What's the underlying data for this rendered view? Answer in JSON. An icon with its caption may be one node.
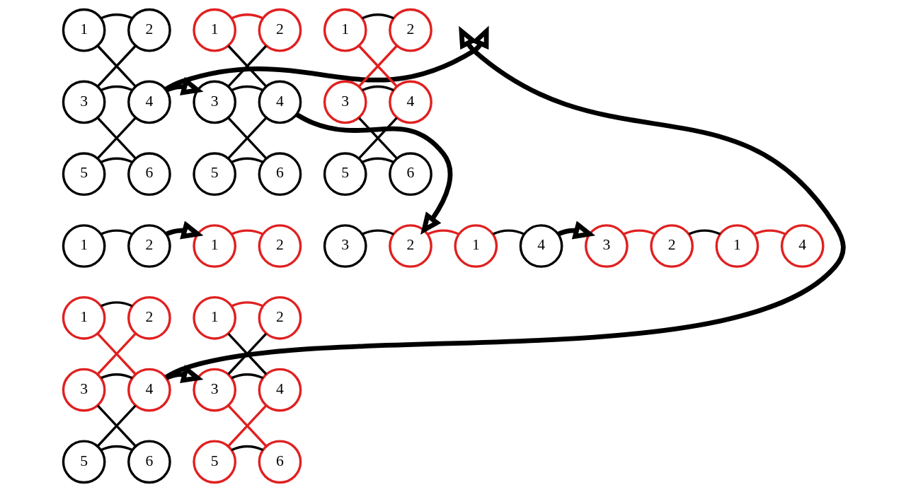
{
  "diagram": {
    "nodes": [
      {
        "text": [
          "1"
        ]
      },
      {
        "text": [
          "2"
        ]
      },
      {
        "text": [
          "3"
        ]
      },
      {
        "text": [
          "4"
        ]
      },
      {
        "text": [
          "5"
        ]
      },
      {
        "text": [
          "6"
        ]
      },
      {
        "text": [
          "1"
        ]
      },
      {
        "text": [
          "2"
        ]
      },
      {
        "text": [
          "3"
        ]
      },
      {
        "text": [
          "4"
        ]
      },
      {
        "text": [
          "5"
        ]
      },
      {
        "text": [
          "6"
        ]
      },
      {
        "text": [
          "1"
        ]
      },
      {
        "text": [
          "2"
        ]
      },
      {
        "text": [
          "3"
        ]
      },
      {
        "text": [
          "4"
        ]
      },
      {
        "text": [
          "5"
        ]
      },
      {
        "text": [
          "6"
        ]
      },
      {
        "text": [
          "1"
        ]
      },
      {
        "text": [
          "2"
        ]
      },
      {
        "text": [
          "1"
        ]
      },
      {
        "text": [
          "2"
        ]
      },
      {
        "text": [
          "3"
        ]
      },
      {
        "text": [
          "2"
        ]
      },
      {
        "text": [
          "1"
        ]
      },
      {
        "text": [
          "4"
        ]
      },
      {
        "text": [
          "3"
        ]
      },
      {
        "text": [
          "2"
        ]
      },
      {
        "text": [
          "1"
        ]
      },
      {
        "text": [
          "4"
        ]
      },
      {
        "text": [
          "1"
        ]
      },
      {
        "text": [
          "2"
        ]
      },
      {
        "text": [
          "3"
        ]
      },
      {
        "text": [
          "4"
        ]
      },
      {
        "text": [
          "5"
        ]
      },
      {
        "text": [
          "6"
        ]
      },
      {
        "text": [
          "1"
        ]
      },
      {
        "text": [
          "2"
        ]
      },
      {
        "text": [
          "3"
        ]
      },
      {
        "text": [
          "4"
        ]
      },
      {
        "text": [
          "5"
        ]
      },
      {
        "text": [
          "6"
        ]
      }
    ],
    "edges": [
      {
        "from": 0,
        "to": 1,
        "arrow": "none"
      },
      {
        "from": 0,
        "to": 3,
        "arrow": "none"
      },
      {
        "from": 1,
        "to": 2,
        "arrow": "none"
      },
      {
        "from": 2,
        "to": 3,
        "arrow": "none"
      },
      {
        "from": 2,
        "to": 5,
        "arrow": "none"
      },
      {
        "from": 3,
        "to": 4,
        "arrow": "none"
      },
      {
        "from": 4,
        "to": 5,
        "arrow": "none"
      },
      {
        "from": 6,
        "to": 7,
        "arrow": "none",
        "color": "#e02020"
      },
      {
        "from": 6,
        "to": 9,
        "arrow": "none"
      },
      {
        "from": 7,
        "to": 8,
        "arrow": "none"
      },
      {
        "from": 8,
        "to": 9,
        "arrow": "none"
      },
      {
        "from": 8,
        "to": 11,
        "arrow": "none"
      },
      {
        "from": 9,
        "to": 10,
        "arrow": "none"
      },
      {
        "from": 10,
        "to": 11,
        "arrow": "none"
      },
      {
        "from": 12,
        "to": 13,
        "arrow": "none"
      },
      {
        "from": 12,
        "to": 15,
        "arrow": "none",
        "color": "#e02020"
      },
      {
        "from": 13,
        "to": 14,
        "arrow": "none",
        "color": "#e02020"
      },
      {
        "from": 14,
        "to": 15,
        "arrow": "none"
      },
      {
        "from": 14,
        "to": 17,
        "arrow": "none"
      },
      {
        "from": 15,
        "to": 16,
        "arrow": "none"
      },
      {
        "from": 16,
        "to": 17,
        "arrow": "none"
      },
      {
        "from": 18,
        "to": 19,
        "arrow": "none"
      },
      {
        "from": 20,
        "to": 21,
        "arrow": "none",
        "color": "#e02020"
      },
      {
        "from": 22,
        "to": 23,
        "arrow": "none"
      },
      {
        "from": 23,
        "to": 24,
        "arrow": "none",
        "color": "#e02020"
      },
      {
        "from": 24,
        "to": 25,
        "arrow": "none"
      },
      {
        "from": 26,
        "to": 27,
        "arrow": "none",
        "color": "#e02020"
      },
      {
        "from": 27,
        "to": 28,
        "arrow": "none"
      },
      {
        "from": 28,
        "to": 29,
        "arrow": "none",
        "color": "#e02020"
      },
      {
        "from": 30,
        "to": 31,
        "arrow": "none"
      },
      {
        "from": 30,
        "to": 33,
        "arrow": "none",
        "color": "#e02020"
      },
      {
        "from": 31,
        "to": 32,
        "arrow": "none",
        "color": "#e02020"
      },
      {
        "from": 32,
        "to": 33,
        "arrow": "none"
      },
      {
        "from": 32,
        "to": 35,
        "arrow": "none"
      },
      {
        "from": 33,
        "to": 34,
        "arrow": "none"
      },
      {
        "from": 34,
        "to": 35,
        "arrow": "none"
      },
      {
        "from": 36,
        "to": 37,
        "arrow": "none",
        "color": "#e02020"
      },
      {
        "from": 36,
        "to": 39,
        "arrow": "none"
      },
      {
        "from": 37,
        "to": 38,
        "arrow": "none"
      },
      {
        "from": 38,
        "to": 39,
        "arrow": "none"
      },
      {
        "from": 38,
        "to": 41,
        "arrow": "none",
        "color": "#e02020"
      },
      {
        "from": 39,
        "to": 40,
        "arrow": "none",
        "color": "#e02020"
      },
      {
        "from": 40,
        "to": 41,
        "arrow": "none"
      },
      {
        "from": 3,
        "to": 8,
        "arrow": "to",
        "style": "thick"
      },
      {
        "from": 3,
        "to": null,
        "arrow": "to",
        "style": "thick"
      },
      {
        "from": 19,
        "to": 20,
        "arrow": "to",
        "style": "thick"
      },
      {
        "from": 9,
        "to": 23,
        "arrow": "to",
        "style": "thick"
      },
      {
        "from": 25,
        "to": 26,
        "arrow": "to",
        "style": "thick"
      },
      {
        "from": 33,
        "to": 38,
        "arrow": "to",
        "style": "thick"
      },
      {
        "from": 33,
        "to": null,
        "arrow": "to",
        "style": "thick"
      }
    ]
  }
}
